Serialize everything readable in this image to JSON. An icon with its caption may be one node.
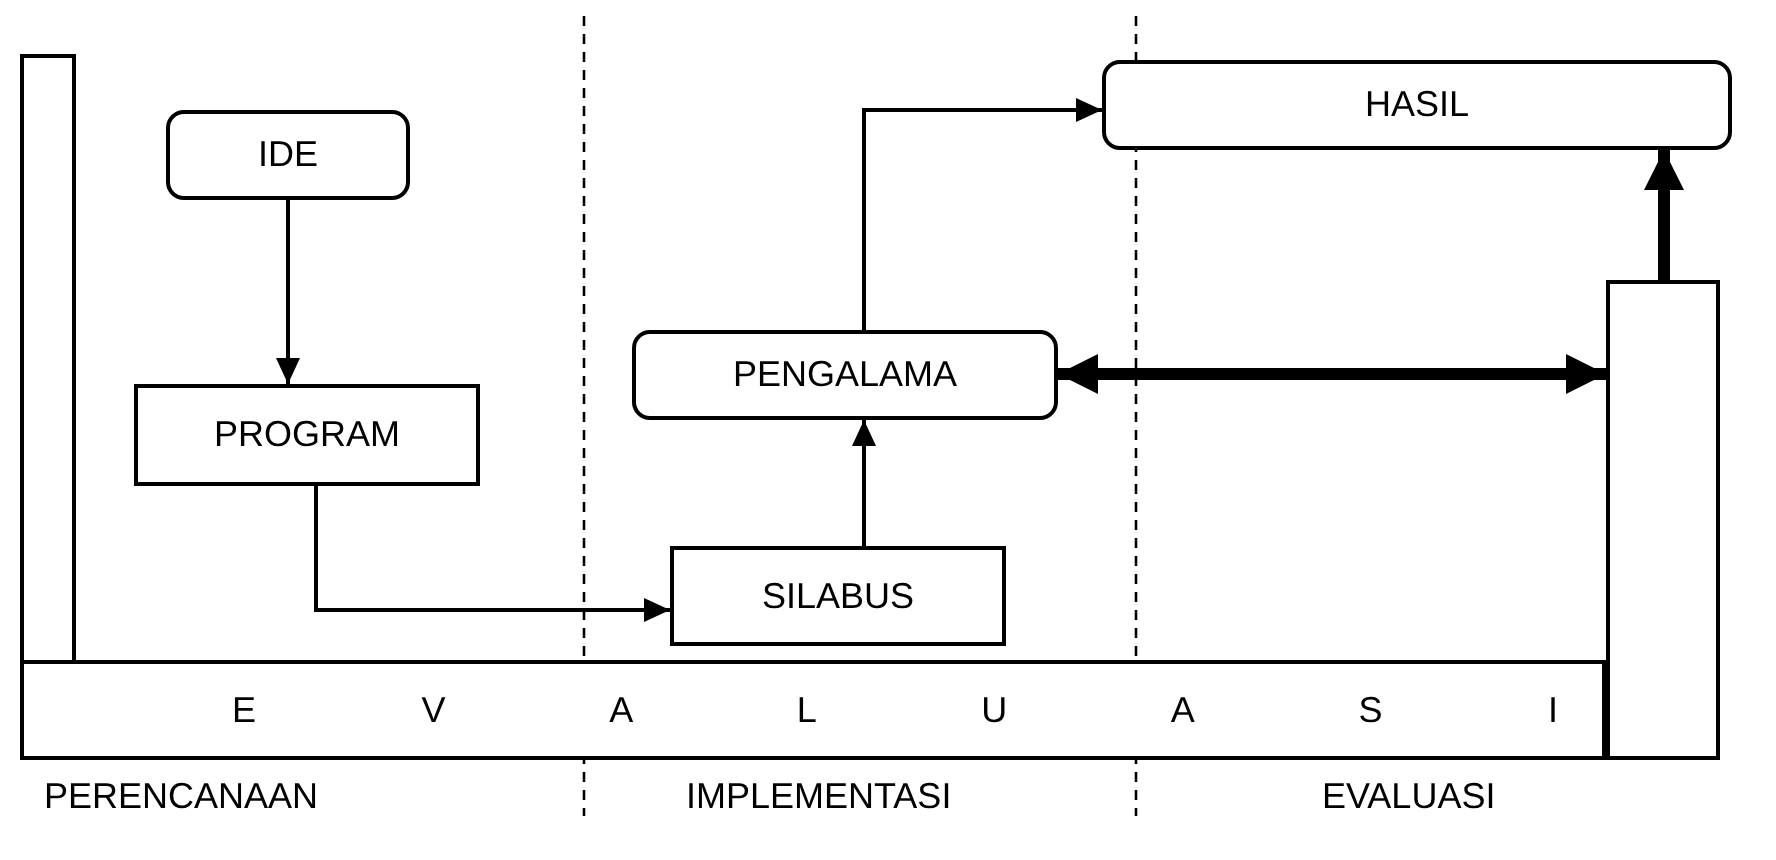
{
  "diagram": {
    "nodes": [
      {
        "text": [],
        "shape": "bar"
      },
      {
        "text": [
          "IDE"
        ]
      },
      {
        "text": [
          "PROGRAM"
        ]
      },
      {
        "text": [
          "SILABUS"
        ]
      },
      {
        "text": [
          "PENGALAMA"
        ]
      },
      {
        "text": [
          "HASIL"
        ]
      },
      {
        "text": [
          "E V A L U A S I"
        ]
      },
      {
        "text": [],
        "shape": "bar"
      }
    ],
    "edges": [
      {
        "from": 1,
        "to": 2,
        "arrow": "to"
      },
      {
        "from": 2,
        "to": 3,
        "arrow": "to"
      },
      {
        "from": 3,
        "to": 4,
        "arrow": "to"
      },
      {
        "from": 4,
        "to": 5,
        "arrow": "to"
      },
      {
        "from": 4,
        "to": 7,
        "arrow": "both",
        "style": "thick"
      },
      {
        "from": 7,
        "to": 5,
        "arrow": "to",
        "style": "thick"
      }
    ],
    "labels": [
      "PERENCANAAN",
      "IMPLEMENTASI",
      "EVALUASI"
    ]
  }
}
